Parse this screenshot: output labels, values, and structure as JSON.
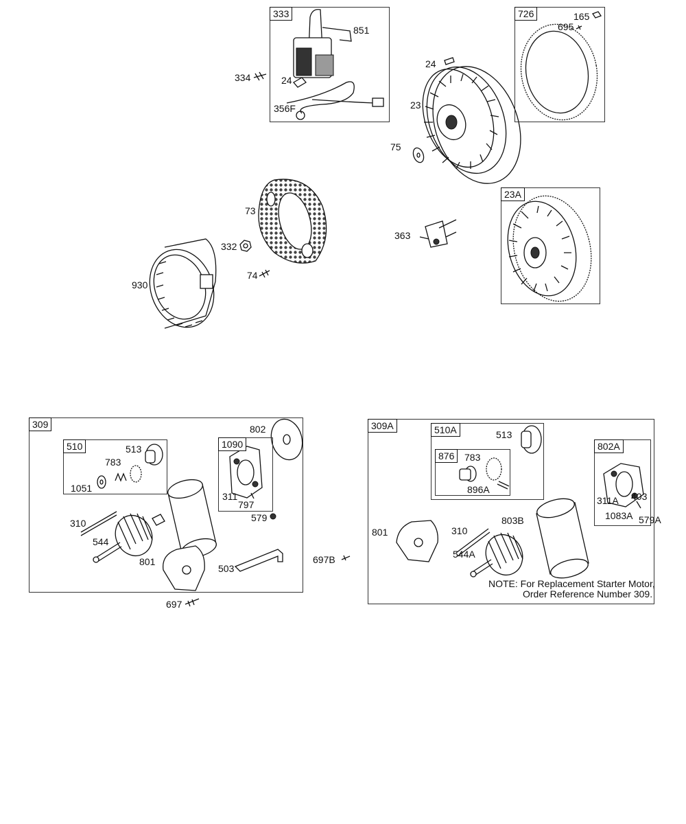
{
  "boxes": {
    "b333": "333",
    "b726": "726",
    "b23A": "23A",
    "b309": "309",
    "b510": "510",
    "b1090": "1090",
    "b309A": "309A",
    "b510A": "510A",
    "b876": "876",
    "b802A": "802A"
  },
  "labels": {
    "p851": "851",
    "p334": "334",
    "p24a": "24",
    "p356F": "356F",
    "p165": "165",
    "p695": "695",
    "p24b": "24",
    "p23": "23",
    "p75": "75",
    "p73": "73",
    "p332": "332",
    "p74": "74",
    "p930": "930",
    "p363": "363",
    "p802": "802",
    "p513": "513",
    "p783": "783",
    "p1051": "1051",
    "p311": "311",
    "p797": "797",
    "p579": "579",
    "p310": "310",
    "p544": "544",
    "p801": "801",
    "p503": "503",
    "p697": "697",
    "p697B": "697B",
    "p513A": "513",
    "p783A": "783",
    "p896A": "896A",
    "p802Aa": "311A",
    "p403": "403",
    "p1083A": "1083A",
    "p579A": "579A",
    "p801A": "801",
    "p310A": "310",
    "p803B": "803B",
    "p544A": "544A"
  },
  "note": {
    "line1": "NOTE: For Replacement Starter Motor,",
    "line2": "Order Reference Number 309."
  }
}
